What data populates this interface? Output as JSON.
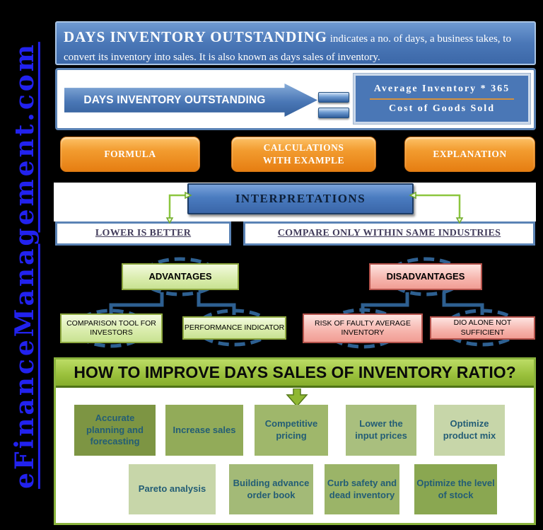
{
  "brand": {
    "site": "eFinanceManagement.com"
  },
  "header": {
    "title": "DAYS INVENTORY OUTSTANDING",
    "description": " indicates a no. of days, a business takes, to convert its inventory into sales. It is also known as days sales of inventory."
  },
  "formula": {
    "label": "DAYS INVENTORY OUTSTANDING",
    "numerator": "Average Inventory * 365",
    "denominator": "Cost of Goods Sold"
  },
  "nav_buttons": [
    {
      "label": "FORMULA"
    },
    {
      "label": "CALCULATIONS WITH EXAMPLE"
    },
    {
      "label": "EXPLANATION"
    }
  ],
  "interpretations": {
    "title": "INTERPRETATIONS",
    "items": [
      {
        "label": "LOWER IS BETTER"
      },
      {
        "label": "COMPARE ONLY WITHIN SAME INDUSTRIES"
      }
    ]
  },
  "advantages": {
    "title": "ADVANTAGES",
    "items": [
      {
        "label": "COMPARISON TOOL FOR INVESTORS"
      },
      {
        "label": "PERFORMANCE INDICATOR"
      }
    ]
  },
  "disadvantages": {
    "title": "DISADVANTAGES",
    "items": [
      {
        "label": "RISK OF FAULTY AVERAGE INVENTORY"
      },
      {
        "label": "DIO ALONE NOT SUFFICIENT"
      }
    ]
  },
  "improve": {
    "title": "HOW TO IMPROVE DAYS SALES OF INVENTORY RATIO?",
    "row1": [
      {
        "label": "Accurate planning and forecasting",
        "bg": "#7d9543"
      },
      {
        "label": "Increase sales",
        "bg": "#92ab59"
      },
      {
        "label": "Competitive pricing",
        "bg": "#9fb76b"
      },
      {
        "label": "Lower the input prices",
        "bg": "#a9bf7e"
      },
      {
        "label": "Optimize product mix",
        "bg": "#c7d6a9"
      }
    ],
    "row2": [
      {
        "label": "Pareto analysis",
        "bg": "#c7d6a9"
      },
      {
        "label": "Building advance order book",
        "bg": "#a3ba77"
      },
      {
        "label": "Curb safety and dead inventory",
        "bg": "#9bb468"
      },
      {
        "label": "Optimize the level of stock",
        "bg": "#8aa751"
      }
    ]
  },
  "palette": {
    "brand_blue": "#2222ef",
    "header_blue": "#4a77b7",
    "accent_orange": "#ee8a1d",
    "formula_blue": "#4a77b6",
    "divider_orange": "#d4913f",
    "connector_blue": "#2e6091",
    "arrow_green": "#8cc63e",
    "advantage_green": "#c8e292",
    "disadvantage_pink": "#f19d94",
    "improve_green": "#9cc23e"
  }
}
